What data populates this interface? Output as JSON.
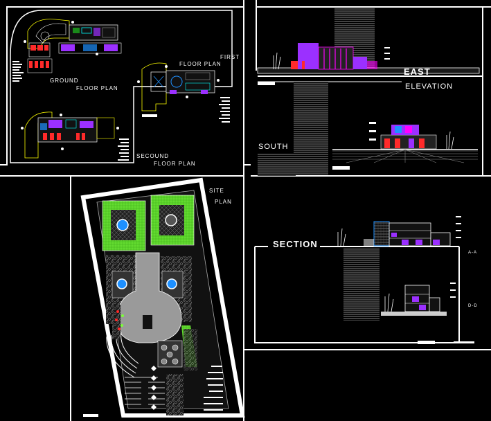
{
  "labels": {
    "ground_1": "GROUND",
    "ground_2": "FLOOR PLAN",
    "first_1": "FIRST",
    "first_2": "FLOOR PLAN",
    "second_1": "SECOUND",
    "second_2": "FLOOR PLAN",
    "east": "EAST",
    "elevation": "ELEVATION",
    "south": "SOUTH",
    "site_1": "SITE",
    "site_2": "PLAN",
    "section": "SECTION",
    "sec_aa": "A-A",
    "sec_dd": "D-D"
  },
  "colors": {
    "background": "#000000",
    "linework": "#ffffff",
    "accent_purple": "#9b30ff",
    "accent_magenta": "#ff00ff",
    "accent_green": "#7cff3a",
    "accent_blue": "#1e90ff",
    "accent_red": "#ff2a2a",
    "accent_yellow": "#ffff00"
  }
}
